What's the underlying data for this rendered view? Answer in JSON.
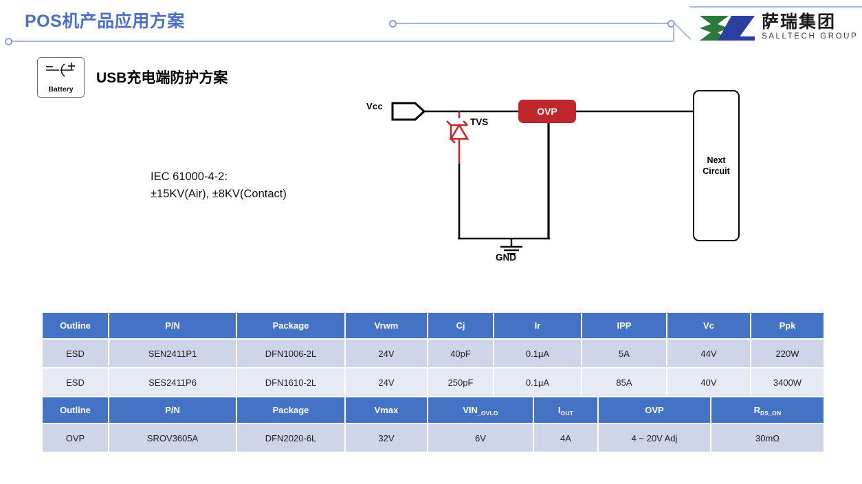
{
  "header": {
    "title": "POS机产品应用方案",
    "accent_color": "#4a6fc4",
    "deco_line_color": "#aab6d8"
  },
  "logo": {
    "name_cn": "萨瑞集团",
    "name_en": "SALLTECH GROUP",
    "mark_green": "#2b7a3d",
    "mark_blue": "#2b3f9e"
  },
  "battery_badge": {
    "label": "Battery",
    "minus": "–",
    "plus": "+",
    "icon": "battery-icon"
  },
  "section": {
    "title_latin": "USB",
    "title_cn": "充电端防护方案"
  },
  "spec_note": {
    "line1": "IEC 61000-4-2:",
    "line2": "±15KV(Air), ±8KV(Contact)"
  },
  "circuit": {
    "vcc_label": "Vcc",
    "tvs_label": "TVS",
    "gnd_label": "GND",
    "ovp_label": "OVP",
    "ovp_color": "#c0272d",
    "tvs_color": "#c0272d",
    "next_circuit_line1": "Next",
    "next_circuit_line2": "Circuit"
  },
  "tables": {
    "header_bg": "#4472c4",
    "row_a_bg": "#ced5e9",
    "row_b_bg": "#e7eaf5",
    "esd": {
      "columns": [
        "Outline",
        "P/N",
        "Package",
        "Vrwm",
        "Cj",
        "Ir",
        "IPP",
        "Vc",
        "Ppk"
      ],
      "rows": [
        [
          "ESD",
          "SEN2411P1",
          "DFN1006-2L",
          "24V",
          "40pF",
          "0.1µA",
          "5A",
          "44V",
          "220W"
        ],
        [
          "ESD",
          "SES2411P6",
          "DFN1610-2L",
          "24V",
          "250pF",
          "0.1µA",
          "85A",
          "40V",
          "3400W"
        ]
      ]
    },
    "ovp": {
      "columns": [
        {
          "main": "Outline",
          "sub": ""
        },
        {
          "main": "P/N",
          "sub": ""
        },
        {
          "main": "Package",
          "sub": ""
        },
        {
          "main": "Vmax",
          "sub": ""
        },
        {
          "main": "VIN",
          "sub": "_OVLO"
        },
        {
          "main": "I",
          "sub": "OUT"
        },
        {
          "main": "OVP",
          "sub": ""
        },
        {
          "main": "R",
          "sub": "DS_ON"
        }
      ],
      "rows": [
        [
          "OVP",
          "SROV3605A",
          "DFN2020-6L",
          "32V",
          "6V",
          "4A",
          "4 ~ 20V Adj",
          "30mΩ"
        ]
      ]
    }
  }
}
